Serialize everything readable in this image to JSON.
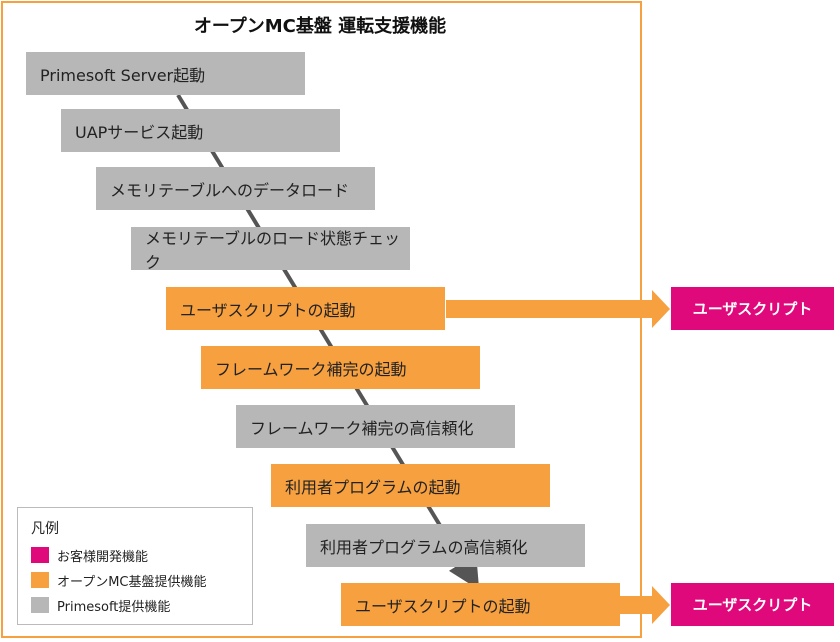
{
  "title": "オープンMC基盤 運転支援機能",
  "steps": [
    {
      "label": "Primesoft Server起動",
      "kind": "primesoft"
    },
    {
      "label": "UAPサービス起動",
      "kind": "primesoft"
    },
    {
      "label": "メモリテーブルへのデータロード",
      "kind": "primesoft"
    },
    {
      "label": "メモリテーブルのロード状態チェック",
      "kind": "primesoft"
    },
    {
      "label": "ユーザスクリプトの起動",
      "kind": "openmc"
    },
    {
      "label": "フレームワーク補完の起動",
      "kind": "openmc"
    },
    {
      "label": "フレームワーク補完の高信頼化",
      "kind": "primesoft"
    },
    {
      "label": "利用者プログラムの起動",
      "kind": "openmc"
    },
    {
      "label": "利用者プログラムの高信頼化",
      "kind": "primesoft"
    },
    {
      "label": "ユーザスクリプトの起動",
      "kind": "openmc"
    }
  ],
  "user_scripts": [
    "ユーザスクリプト",
    "ユーザスクリプト"
  ],
  "legend": {
    "title": "凡例",
    "items": [
      {
        "label": "お客様開発機能",
        "color": "#e0097c"
      },
      {
        "label": "オープンMC基盤提供機能",
        "color": "#f7a040"
      },
      {
        "label": "Primesoft提供機能",
        "color": "#b7b7b7"
      }
    ]
  },
  "colors": {
    "gray": "#b7b7b7",
    "orange": "#f7a040",
    "pink": "#e0097c",
    "connector": "#555555"
  }
}
